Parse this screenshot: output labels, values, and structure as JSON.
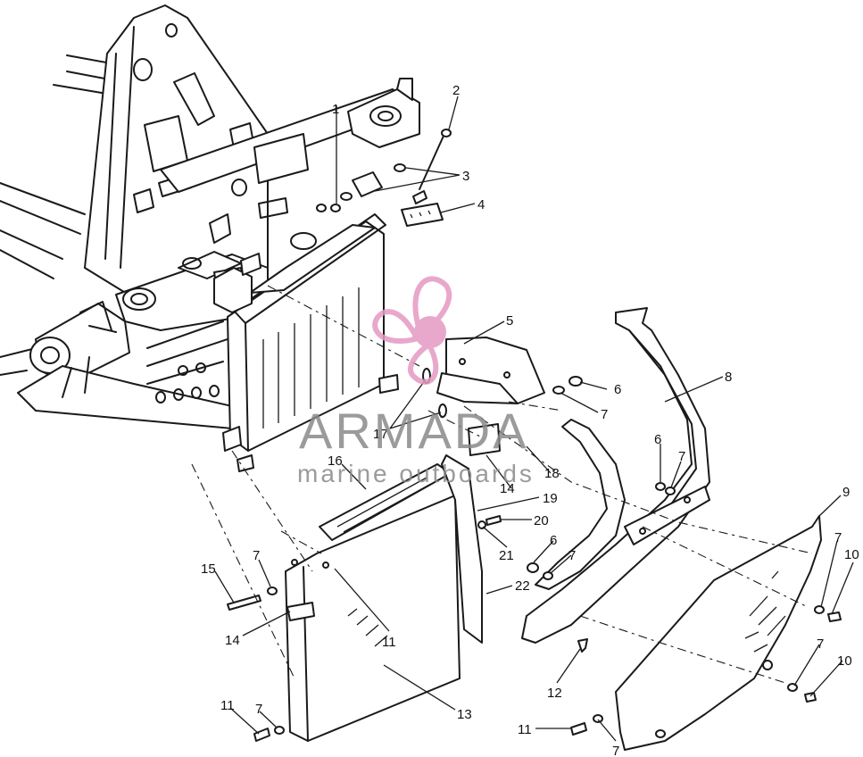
{
  "callouts": [
    {
      "id": "c1",
      "text": "1"
    },
    {
      "id": "c2",
      "text": "2"
    },
    {
      "id": "c3",
      "text": "3"
    },
    {
      "id": "c4",
      "text": "4"
    },
    {
      "id": "c5",
      "text": "5"
    },
    {
      "id": "c6a",
      "text": "6"
    },
    {
      "id": "c7a",
      "text": "7"
    },
    {
      "id": "c8",
      "text": "8"
    },
    {
      "id": "c6b",
      "text": "6"
    },
    {
      "id": "c7b",
      "text": "7"
    },
    {
      "id": "c9",
      "text": "9"
    },
    {
      "id": "c7c",
      "text": "7"
    },
    {
      "id": "c10a",
      "text": "10"
    },
    {
      "id": "c17",
      "text": "17"
    },
    {
      "id": "c16",
      "text": "16"
    },
    {
      "id": "c18",
      "text": "18"
    },
    {
      "id": "c14a",
      "text": "14"
    },
    {
      "id": "c19",
      "text": "19"
    },
    {
      "id": "c20",
      "text": "20"
    },
    {
      "id": "c21",
      "text": "21"
    },
    {
      "id": "c6c",
      "text": "6"
    },
    {
      "id": "c7d",
      "text": "7"
    },
    {
      "id": "c22",
      "text": "22"
    },
    {
      "id": "c15",
      "text": "15"
    },
    {
      "id": "c7e",
      "text": "7"
    },
    {
      "id": "c14b",
      "text": "14"
    },
    {
      "id": "c11a",
      "text": "11"
    },
    {
      "id": "c12",
      "text": "12"
    },
    {
      "id": "c7f",
      "text": "7"
    },
    {
      "id": "c10b",
      "text": "10"
    },
    {
      "id": "c13",
      "text": "13"
    },
    {
      "id": "c11b",
      "text": "11"
    },
    {
      "id": "c7g",
      "text": "7"
    },
    {
      "id": "c11c",
      "text": "11"
    },
    {
      "id": "c7h",
      "text": "7"
    }
  ],
  "watermark": {
    "brand": "ARMADA",
    "tagline": "marine outboards",
    "color": "#e59ac3"
  }
}
